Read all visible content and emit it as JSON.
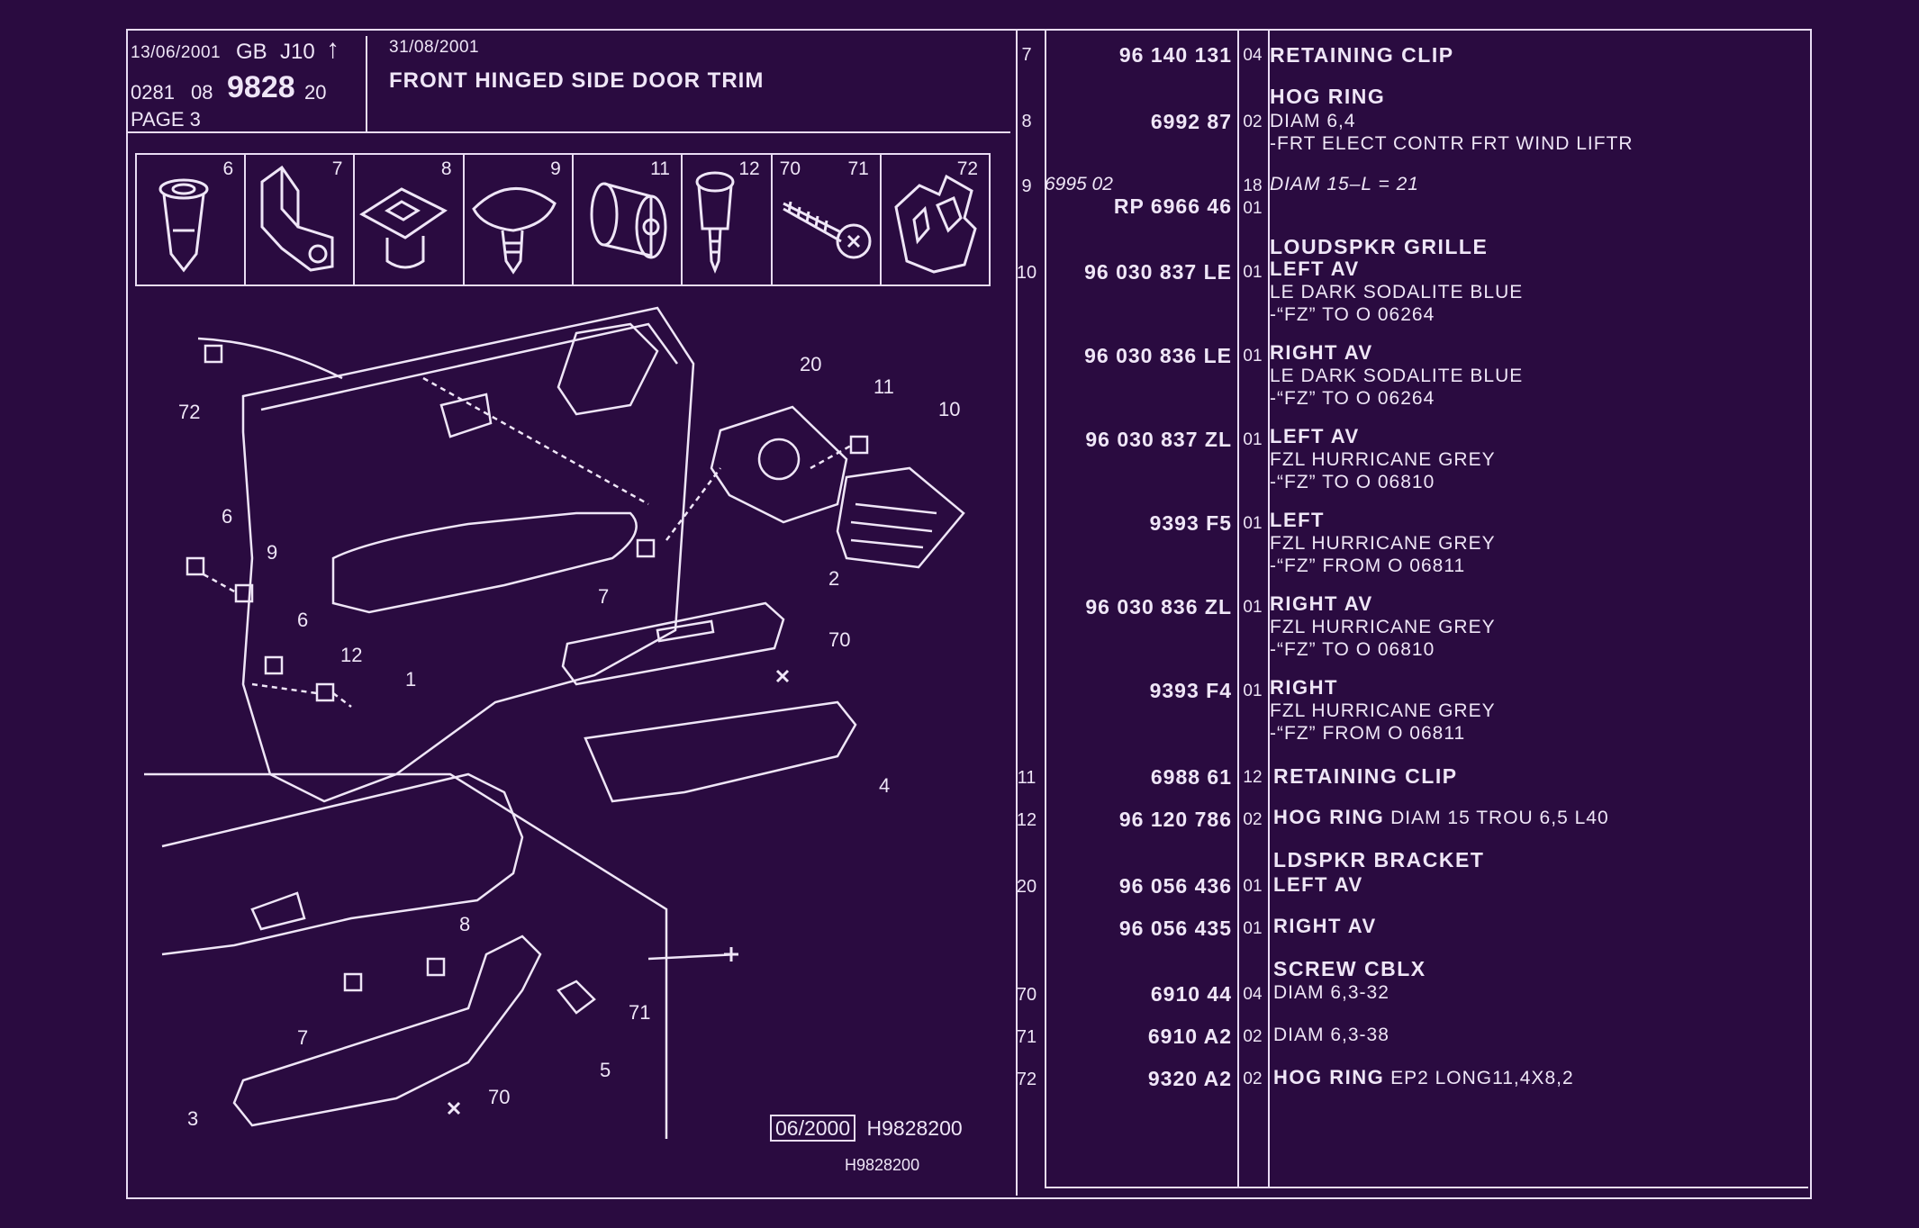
{
  "header": {
    "date_left": "13/06/2001",
    "market": "GB",
    "model": "J10",
    "arrow": "↑",
    "group": "0281",
    "sub": "08",
    "plate_no": "9828",
    "plate_sub": "20",
    "page": "PAGE 3",
    "date_right": "31/08/2001",
    "title": "FRONT HINGED SIDE DOOR TRIM"
  },
  "strip_items": [
    "6",
    "7",
    "8",
    "9",
    "11",
    "12",
    "70",
    "71",
    "72"
  ],
  "callouts": [
    "72",
    "20",
    "11",
    "10",
    "6",
    "9",
    "7",
    "2",
    "70",
    "6",
    "12",
    "1",
    "4",
    "8",
    "71",
    "7",
    "5",
    "3",
    "70"
  ],
  "footer": {
    "date_box": "06/2000",
    "ref": "H9828200",
    "ref_small": "H9828200"
  },
  "rows": [
    {
      "ref": "7",
      "part": "96 140 131",
      "qty": "04",
      "head": "RETAINING CLIP",
      "desc": []
    },
    {
      "ref": "",
      "part": "",
      "qty": "",
      "head": "HOG RING",
      "desc": []
    },
    {
      "ref": "8",
      "part": "6992 87",
      "qty": "02",
      "head": "",
      "desc": [
        "DIAM 6,4",
        "-FRT ELECT CONTR FRT WIND LIFTR"
      ]
    },
    {
      "ref": "9",
      "alt": "6995 02",
      "part": "",
      "qty": "18",
      "head": "",
      "desc": [
        "DIAM 15–L = 21"
      ]
    },
    {
      "ref": "",
      "part": "RP 6966 46",
      "qty": "01",
      "head": "",
      "desc": []
    },
    {
      "ref": "",
      "part": "",
      "qty": "",
      "head": "LOUDSPKR GRILLE",
      "desc": []
    },
    {
      "ref": "10",
      "part": "96 030 837 LE",
      "qty": "01",
      "head": "LEFT AV",
      "desc": [
        "LE DARK SODALITE BLUE",
        "-“FZ” TO O 06264"
      ]
    },
    {
      "ref": "",
      "part": "96 030 836 LE",
      "qty": "01",
      "head": "RIGHT AV",
      "desc": [
        "LE DARK SODALITE BLUE",
        "-“FZ” TO O 06264"
      ]
    },
    {
      "ref": "",
      "part": "96 030 837 ZL",
      "qty": "01",
      "head": "LEFT AV",
      "desc": [
        "FZL HURRICANE GREY",
        "-“FZ” TO O 06810"
      ]
    },
    {
      "ref": "",
      "part": "9393 F5",
      "qty": "01",
      "head": "LEFT",
      "desc": [
        "FZL HURRICANE GREY",
        "-“FZ” FROM O 06811"
      ]
    },
    {
      "ref": "",
      "part": "96 030 836 ZL",
      "qty": "01",
      "head": "RIGHT AV",
      "desc": [
        "FZL HURRICANE GREY",
        "-“FZ” TO O 06810"
      ]
    },
    {
      "ref": "",
      "part": "9393 F4",
      "qty": "01",
      "head": "RIGHT",
      "desc": [
        "FZL HURRICANE GREY",
        "-“FZ” FROM O 06811"
      ]
    },
    {
      "ref": "11",
      "part": "6988 61",
      "qty": "12",
      "head": "RETAINING CLIP",
      "desc": []
    },
    {
      "ref": "12",
      "part": "96 120 786",
      "qty": "02",
      "head": "HOG RING",
      "desc": [
        "DIAM 15 TROU 6,5 L40"
      ]
    },
    {
      "ref": "",
      "part": "",
      "qty": "",
      "head": "LDSPKR BRACKET",
      "desc": []
    },
    {
      "ref": "20",
      "part": "96 056 436",
      "qty": "01",
      "head": "LEFT AV",
      "desc": []
    },
    {
      "ref": "",
      "part": "96 056 435",
      "qty": "01",
      "head": "RIGHT AV",
      "desc": []
    },
    {
      "ref": "",
      "part": "",
      "qty": "",
      "head": "SCREW CBLX",
      "desc": []
    },
    {
      "ref": "70",
      "part": "6910 44",
      "qty": "04",
      "head": "",
      "desc": [
        "DIAM 6,3-32"
      ]
    },
    {
      "ref": "71",
      "part": "6910 A2",
      "qty": "02",
      "head": "",
      "desc": [
        "DIAM 6,3-38"
      ]
    },
    {
      "ref": "72",
      "part": "9320 A2",
      "qty": "02",
      "head": "HOG RING",
      "desc": [
        "EP2 LONG11,4X8,2"
      ]
    }
  ]
}
